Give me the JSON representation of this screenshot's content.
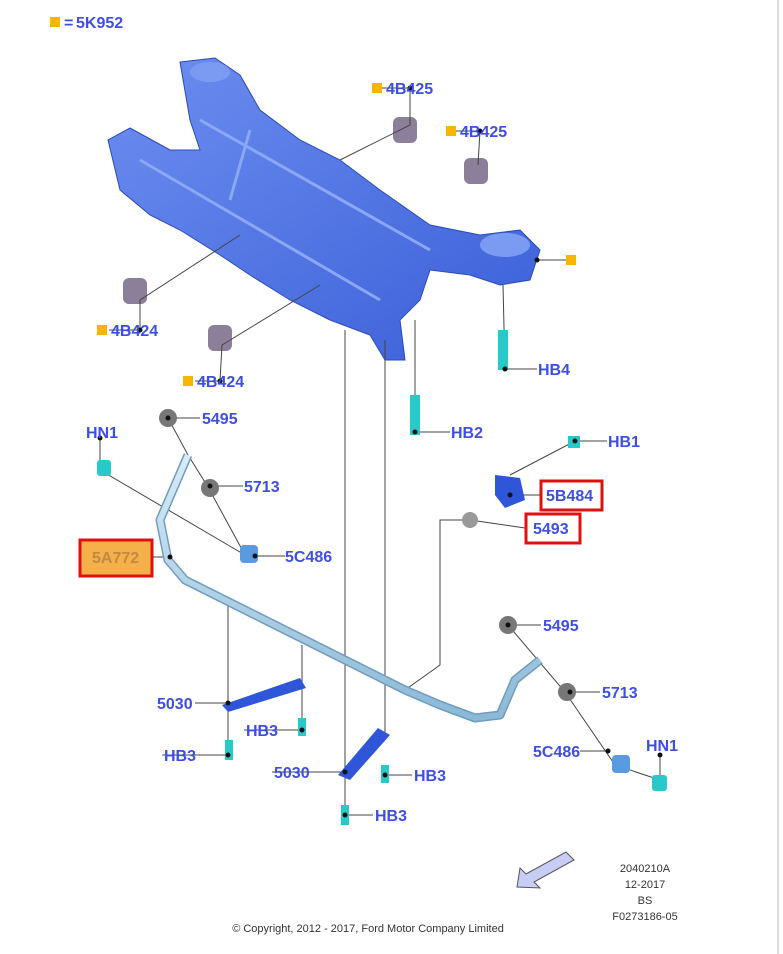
{
  "legend": {
    "symbol": "=",
    "part": "5K952",
    "color": "#f7b500"
  },
  "labels": {
    "bushing_top_1": "4B425",
    "bushing_top_2": "4B425",
    "bushing_left_1": "4B424",
    "bushing_left_2": "4B424",
    "bolt_hb4": "HB4",
    "bolt_hb2": "HB2",
    "bolt_hb1": "HB1",
    "link_5495_left": "5495",
    "nut_hn1_left": "HN1",
    "nut_5713_left": "5713",
    "bracket_5b484": "5B484",
    "bushing_5493": "5493",
    "stabilizer_5a772": "5A772",
    "link_5c486_left": "5C486",
    "link_5495_right": "5495",
    "nut_5713_right": "5713",
    "bracket_5030_left": "5030",
    "bolt_hb3_a": "HB3",
    "link_5c486_right": "5C486",
    "nut_hn1_right": "HN1",
    "bolt_hb3_b": "HB3",
    "bracket_5030_right": "5030",
    "bolt_hb3_c": "HB3",
    "bolt_hb3_d": "HB3"
  },
  "highlighted": [
    "5B484",
    "5493",
    "5A772"
  ],
  "colors": {
    "label": "#3d4fe0",
    "highlight_border": "#e01010",
    "highlight_fill": "#f5b04a",
    "frame": "#4a6fe0"
  },
  "footer": {
    "copyright": "© Copyright, 2012 - 2017, Ford Motor Company Limited",
    "code_lines": [
      "2040210A",
      "12-2017",
      "BS",
      "F0273186-05"
    ]
  }
}
